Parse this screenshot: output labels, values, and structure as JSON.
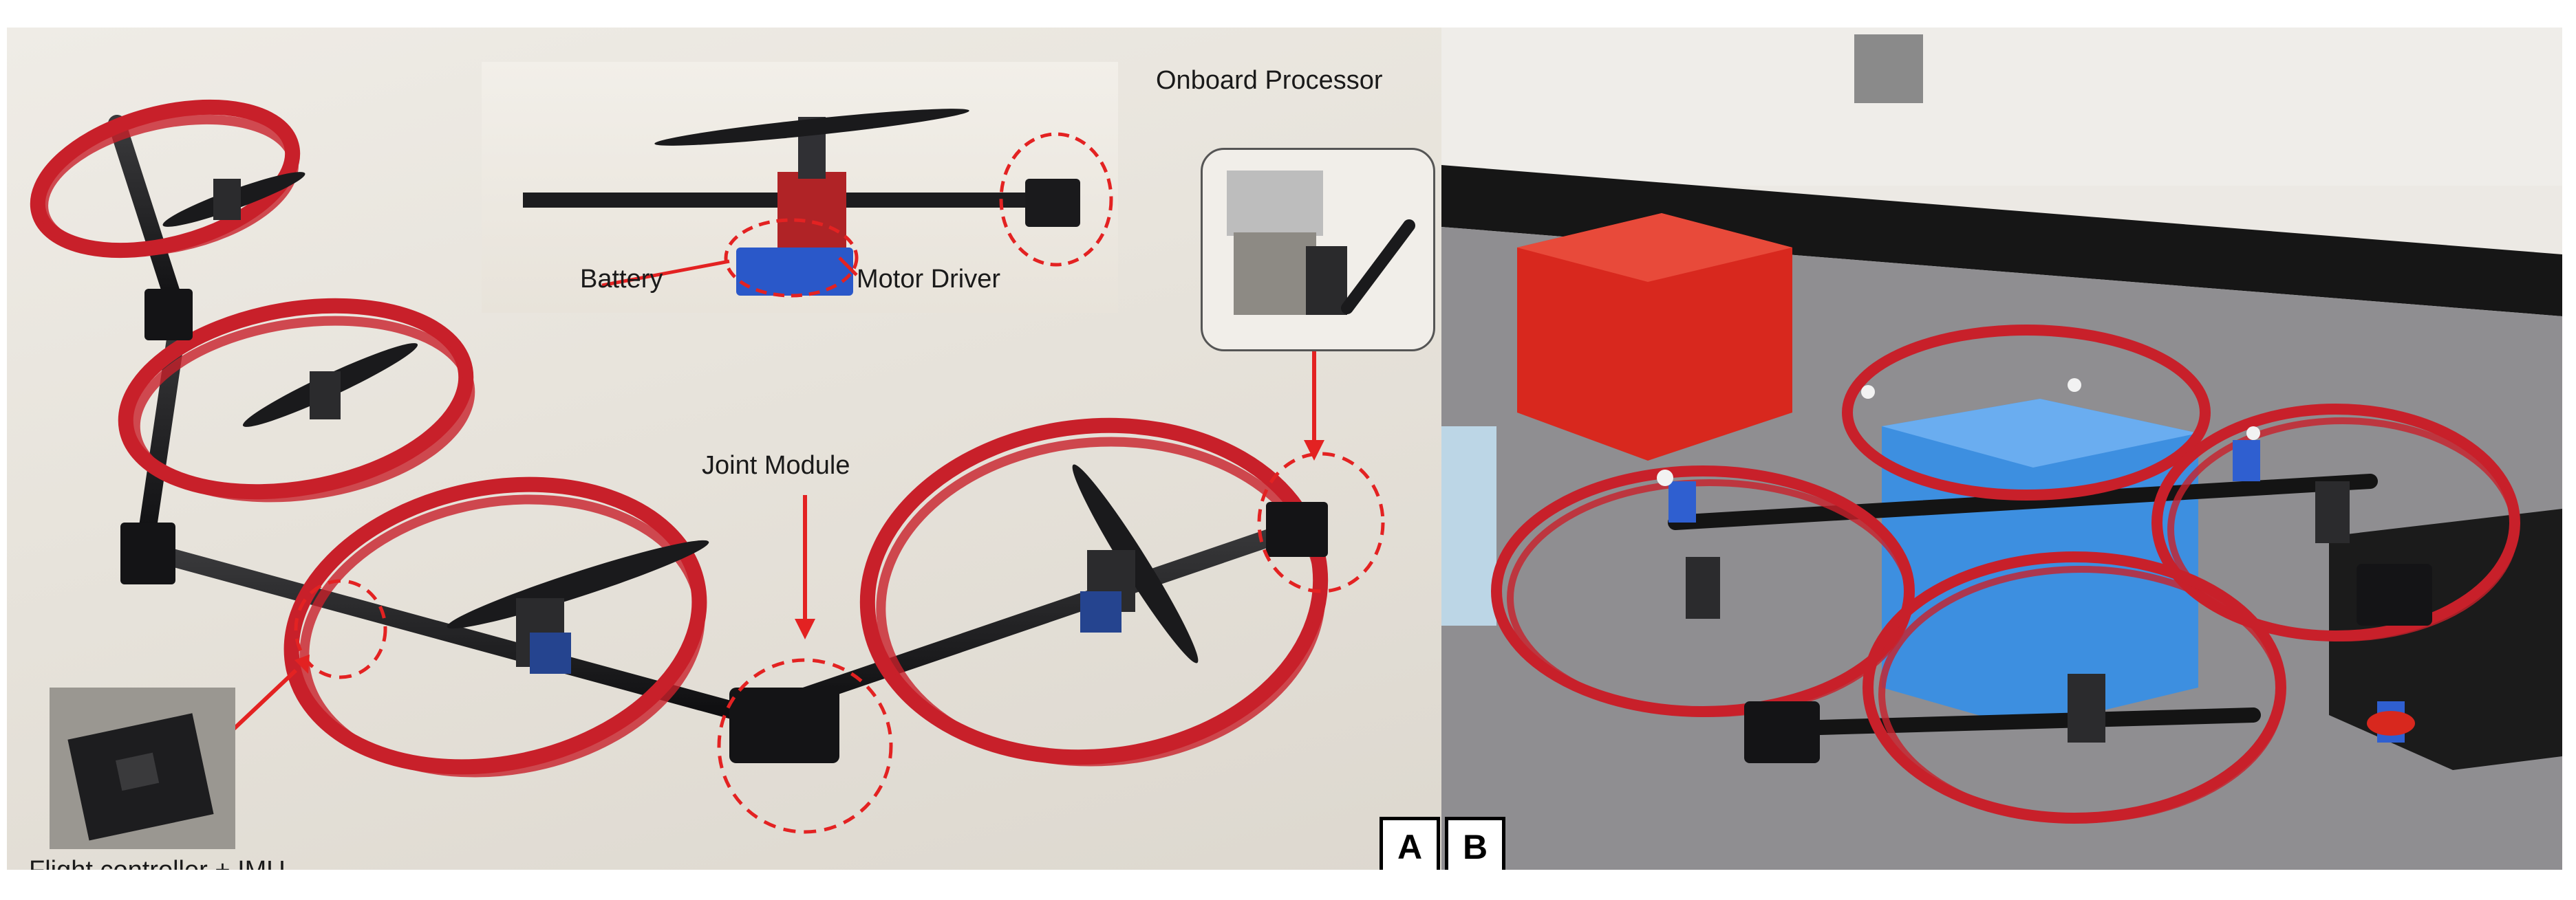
{
  "panel_a": {
    "tag": "A",
    "annotations": {
      "onboard_processor": "Onboard Processor",
      "joint_module": "Joint Module",
      "battery": "Battery",
      "motor_driver": "Motor Driver",
      "flight_controller": "Flight controller + IMU"
    }
  },
  "panel_b": {
    "tag": "B"
  },
  "colors": {
    "frame_red": "#c8202a",
    "highlight_red": "#e32222",
    "body_black": "#1d1d1f",
    "box_blue": "#3d8fe0",
    "box_red": "#d8281e"
  }
}
